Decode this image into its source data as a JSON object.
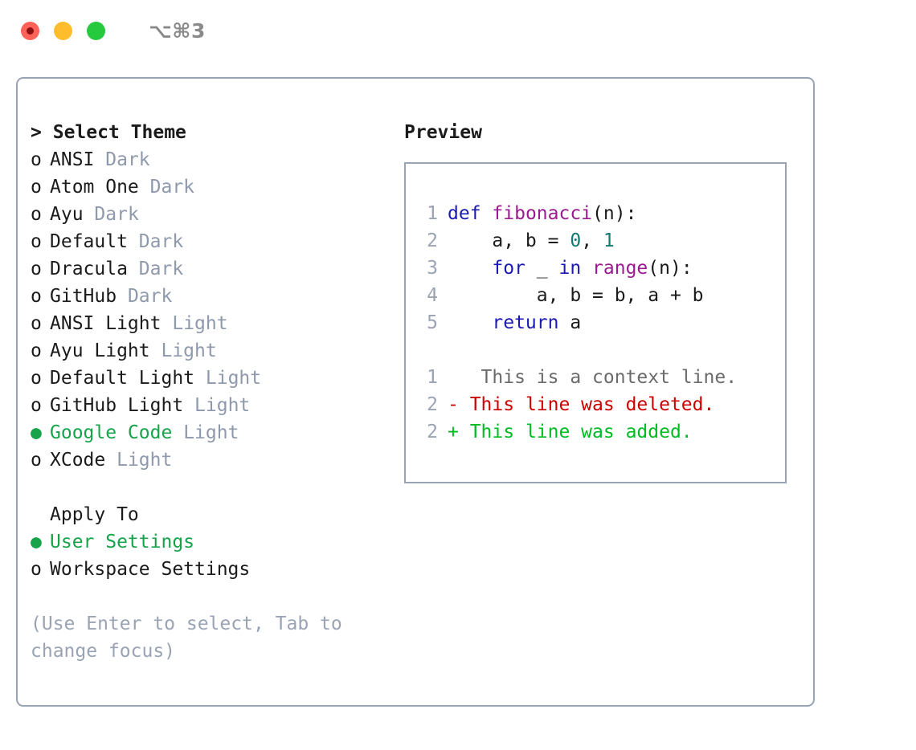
{
  "titlebar": {
    "dots": [
      {
        "name": "close-dot",
        "color": "#ff6259"
      },
      {
        "name": "minimize-dot",
        "color": "#ffbd2e"
      },
      {
        "name": "maximize-dot",
        "color": "#27c93f"
      }
    ],
    "shortcut": "⌥⌘3"
  },
  "theme_panel": {
    "header": "> Select Theme",
    "header_marker": ">",
    "header_text": "Select Theme",
    "items": [
      {
        "marker": "o",
        "label": "ANSI",
        "category": "Dark",
        "selected": false
      },
      {
        "marker": "o",
        "label": "Atom One",
        "category": "Dark",
        "selected": false
      },
      {
        "marker": "o",
        "label": "Ayu",
        "category": "Dark",
        "selected": false
      },
      {
        "marker": "o",
        "label": "Default",
        "category": "Dark",
        "selected": false
      },
      {
        "marker": "o",
        "label": "Dracula",
        "category": "Dark",
        "selected": false
      },
      {
        "marker": "o",
        "label": "GitHub",
        "category": "Dark",
        "selected": false
      },
      {
        "marker": "o",
        "label": "ANSI Light",
        "category": "Light",
        "selected": false
      },
      {
        "marker": "o",
        "label": "Ayu Light",
        "category": "Light",
        "selected": false
      },
      {
        "marker": "o",
        "label": "Default Light",
        "category": "Light",
        "selected": false
      },
      {
        "marker": "o",
        "label": "GitHub Light",
        "category": "Light",
        "selected": false
      },
      {
        "marker": "●",
        "label": "Google Code",
        "category": "Light",
        "selected": true
      },
      {
        "marker": "o",
        "label": "XCode",
        "category": "Light",
        "selected": false
      }
    ]
  },
  "apply_to": {
    "header": "Apply To",
    "items": [
      {
        "marker": "●",
        "label": "User Settings",
        "selected": true
      },
      {
        "marker": "o",
        "label": "Workspace Settings",
        "selected": false
      }
    ]
  },
  "hint": "(Use Enter to select, Tab to change focus)",
  "preview": {
    "title": "Preview",
    "code_lines": [
      {
        "number": "1",
        "tokens": [
          {
            "text": "def",
            "type": "kw"
          },
          {
            "text": " ",
            "type": "pl"
          },
          {
            "text": "fibonacci",
            "type": "fn"
          },
          {
            "text": "(n):",
            "type": "pl"
          }
        ]
      },
      {
        "number": "2",
        "tokens": [
          {
            "text": "    a, b = ",
            "type": "pl"
          },
          {
            "text": "0",
            "type": "num"
          },
          {
            "text": ", ",
            "type": "pl"
          },
          {
            "text": "1",
            "type": "num"
          }
        ]
      },
      {
        "number": "3",
        "tokens": [
          {
            "text": "    ",
            "type": "pl"
          },
          {
            "text": "for",
            "type": "kw"
          },
          {
            "text": " _ ",
            "type": "pl"
          },
          {
            "text": "in",
            "type": "kw"
          },
          {
            "text": " ",
            "type": "pl"
          },
          {
            "text": "range",
            "type": "fn"
          },
          {
            "text": "(n):",
            "type": "pl"
          }
        ]
      },
      {
        "number": "4",
        "tokens": [
          {
            "text": "        a, b = b, a + b",
            "type": "pl"
          }
        ]
      },
      {
        "number": "5",
        "tokens": [
          {
            "text": "    ",
            "type": "pl"
          },
          {
            "text": "return",
            "type": "kw"
          },
          {
            "text": " a",
            "type": "pl"
          }
        ]
      }
    ],
    "diff_lines": [
      {
        "number": "1",
        "sign": " ",
        "text": "  This is a context line.",
        "type": "ctx"
      },
      {
        "number": "2",
        "sign": "-",
        "text": " This line was deleted.",
        "type": "del"
      },
      {
        "number": "2",
        "sign": "+",
        "text": " This line was added.",
        "type": "add"
      }
    ]
  },
  "colors": {
    "accent_green": "#16a34a",
    "muted": "#8e99ac",
    "border": "#9aa3b4",
    "keyword": "#1a1ab3",
    "function": "#9b1a8f",
    "number": "#117a72",
    "diff_deleted": "#cc0000",
    "diff_added": "#00bb22",
    "diff_context": "#6b6b6b"
  }
}
